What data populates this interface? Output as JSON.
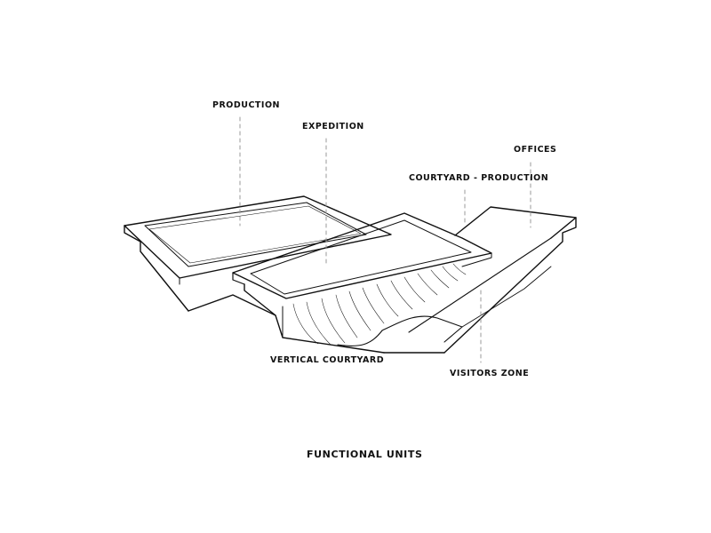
{
  "title": "FUNCTIONAL UNITS",
  "labels": {
    "production": "PRODUCTION",
    "expedition": "EXPEDITION",
    "offices": "OFFICES",
    "courtyard_production": "COURTYARD - PRODUCTION",
    "vertical_courtyard": "VERTICAL COURTYARD",
    "visitors_zone": "VISITORS ZONE"
  },
  "colors": {
    "ink": "#111111",
    "leader": "#9a9a9a",
    "background": "#ffffff"
  }
}
